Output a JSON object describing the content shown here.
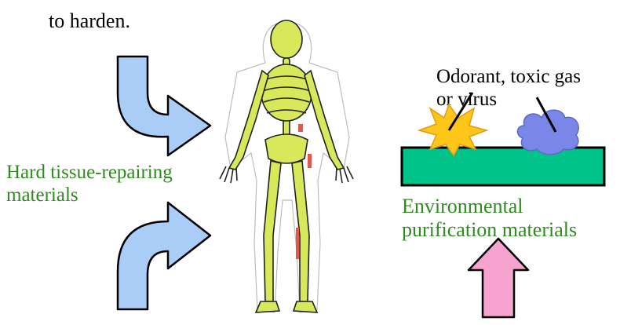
{
  "text": {
    "top_fragment": "to harden.",
    "hard_tissue": [
      "Hard tissue-repairing",
      "materials"
    ],
    "odorant": [
      "Odorant, toxic gas",
      "or virus"
    ],
    "environmental": [
      "Environmental",
      "purification materials"
    ]
  },
  "colors": {
    "blue_arrow": "#a9cdf7",
    "pink_arrow": "#f7a3cf",
    "green_bar": "#00c389",
    "label_green": "#2e8b1e",
    "burst": "#ffc61a",
    "cloud": "#7a86e8",
    "bone": "#d7e85a"
  },
  "icons": [
    "curved-arrow-icon",
    "curved-arrow-icon",
    "up-arrow-icon",
    "burst-icon",
    "cloud-icon",
    "skeleton-illustration"
  ]
}
